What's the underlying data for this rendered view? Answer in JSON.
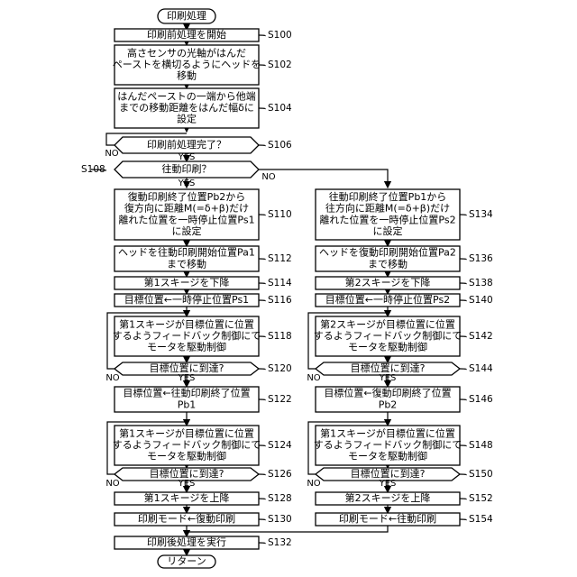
{
  "flowchart": {
    "start": "印刷処理",
    "end": "リターン",
    "yes": "YES",
    "no": "NO",
    "prep": [
      {
        "text": [
          "印刷前処理を開始"
        ],
        "step": "S100"
      },
      {
        "text": [
          "高さセンサの光軸がはんだ",
          "ペーストを横切るようにヘッドを",
          "移動"
        ],
        "step": "S102"
      },
      {
        "text": [
          "はんだペーストの一端から他端",
          "までの移動距離をはんだ幅δに",
          "設定"
        ],
        "step": "S104"
      }
    ],
    "decision_prep": {
      "text": "印刷前処理完了？",
      "step": "S106"
    },
    "decision_forward": {
      "text": "往動印刷？",
      "step": "S108"
    },
    "left": [
      {
        "text": [
          "復動印刷終了位置Pb2から",
          "復方向に距離M(=δ+β)だけ",
          "離れた位置を一時停止位置Ps1",
          "に設定"
        ],
        "step": "S110"
      },
      {
        "text": [
          "ヘッドを往動印刷開始位置Pa1",
          "まで移動"
        ],
        "step": "S112"
      },
      {
        "text": [
          "第1スキージを下降"
        ],
        "step": "S114"
      },
      {
        "text": [
          "目標位置←一時停止位置Ps1"
        ],
        "step": "S116"
      },
      {
        "text": [
          "第1スキージが目標位置に位置",
          "するようフィードバック制御にて",
          "モータを駆動制御"
        ],
        "step": "S118"
      },
      {
        "text": [
          "目標位置に到達?"
        ],
        "step": "S120",
        "decision": true
      },
      {
        "text": [
          "目標位置←往動印刷終了位置",
          "Pb1"
        ],
        "step": "S122"
      },
      {
        "text": [
          "第1スキージが目標位置に位置",
          "するようフィードバック制御にて",
          "モータを駆動制御"
        ],
        "step": "S124"
      },
      {
        "text": [
          "目標位置に到達?"
        ],
        "step": "S126",
        "decision": true
      },
      {
        "text": [
          "第1スキージを上降"
        ],
        "step": "S128"
      },
      {
        "text": [
          "印刷モード←復動印刷"
        ],
        "step": "S130"
      }
    ],
    "right": [
      {
        "text": [
          "往動印刷終了位置Pb1から",
          "往方向に距離M(=δ+β)だけ",
          "離れた位置を一時停止位置Ps2",
          "に設定"
        ],
        "step": "S134"
      },
      {
        "text": [
          "ヘッドを復動印刷開始位置Pa2",
          "まで移動"
        ],
        "step": "S136"
      },
      {
        "text": [
          "第2スキージを下降"
        ],
        "step": "S138"
      },
      {
        "text": [
          "目標位置←一時停止位置Ps2"
        ],
        "step": "S140"
      },
      {
        "text": [
          "第2スキージが目標位置に位置",
          "するようフィードバック制御にて",
          "モータを駆動制御"
        ],
        "step": "S142"
      },
      {
        "text": [
          "目標位置に到達?"
        ],
        "step": "S144",
        "decision": true
      },
      {
        "text": [
          "目標位置←復動印刷終了位置",
          "Pb2"
        ],
        "step": "S146"
      },
      {
        "text": [
          "第1スキージが目標位置に位置",
          "するようフィードバック制御にて",
          "モータを駆動制御"
        ],
        "step": "S148"
      },
      {
        "text": [
          "目標位置に到達?"
        ],
        "step": "S150",
        "decision": true
      },
      {
        "text": [
          "第2スキージを上降"
        ],
        "step": "S152"
      },
      {
        "text": [
          "印刷モード←往動印刷"
        ],
        "step": "S154"
      }
    ],
    "final": {
      "text": [
        "印刷後処理を実行"
      ],
      "step": "S132"
    }
  }
}
